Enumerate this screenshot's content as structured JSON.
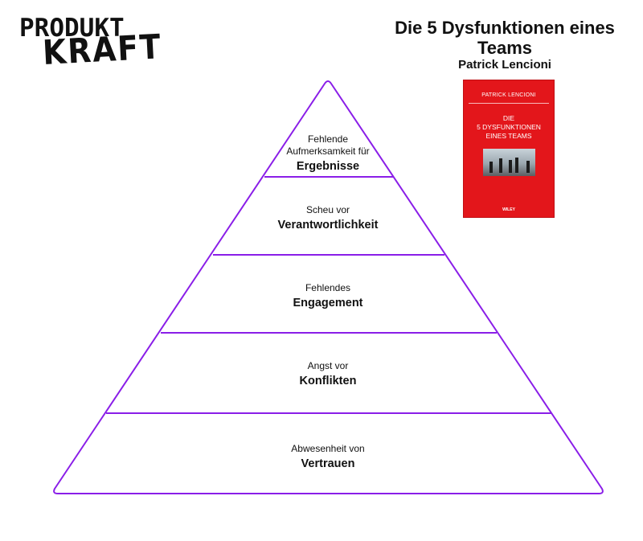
{
  "logo": {
    "line1": "PRODUKT",
    "line2": "KRAFT"
  },
  "header": {
    "title": "Die 5 Dysfunktionen eines Teams",
    "author": "Patrick Lencioni"
  },
  "book_cover": {
    "author": "PATRICK LENCIONI",
    "title_lines": [
      "DIE",
      "5 DYSFUNKTIONEN",
      "EINES TEAMS"
    ],
    "publisher": "WILEY",
    "color": "#e3161b"
  },
  "pyramid": {
    "stroke_color": "#8a1ee8",
    "tiers": [
      {
        "small": "Fehlende Aufmerksamkeit für",
        "bold": "Ergebnisse"
      },
      {
        "small": "Scheu vor",
        "bold": "Verantwortlichkeit"
      },
      {
        "small": "Fehlendes",
        "bold": "Engagement"
      },
      {
        "small": "Angst vor",
        "bold": "Konflikten"
      },
      {
        "small": "Abwesenheit von",
        "bold": "Vertrauen"
      }
    ]
  }
}
